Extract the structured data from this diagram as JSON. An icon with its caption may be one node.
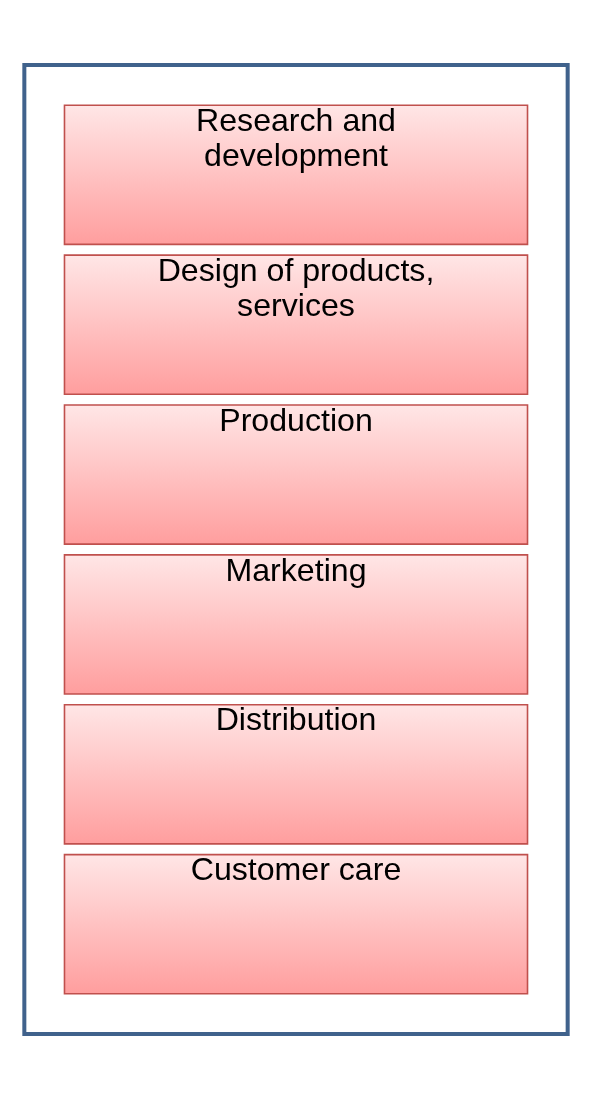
{
  "diagram": {
    "nodes": [
      {
        "text": [],
        "shape": "box"
      },
      {
        "text": [
          "Research and development"
        ],
        "in": 0
      },
      {
        "text": [
          "Design of products, services"
        ],
        "in": 0
      },
      {
        "text": [
          "Production"
        ],
        "in": 0
      },
      {
        "text": [
          "Marketing"
        ],
        "in": 0
      },
      {
        "text": [
          "Distribution"
        ],
        "in": 0
      },
      {
        "text": [
          "Customer care"
        ],
        "in": 0
      }
    ]
  }
}
